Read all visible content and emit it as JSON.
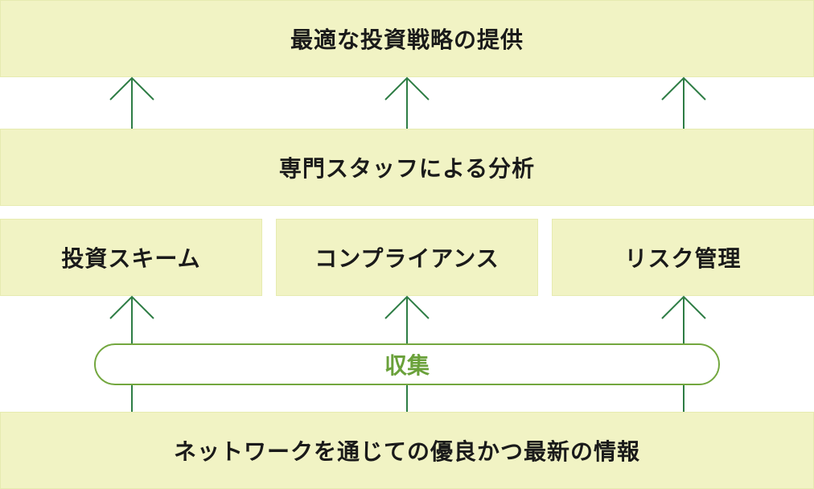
{
  "diagram": {
    "top_box": "最適な投資戦略の提供",
    "middle_box": "専門スタッフによる分析",
    "row_boxes": [
      "投資スキーム",
      "コンプライアンス",
      "リスク管理"
    ],
    "collect_label": "収集",
    "bottom_box": "ネットワークを通じての優良かつ最新の情報"
  },
  "colors": {
    "box_fill": "#f1f3c4",
    "arrow": "#2e7d45",
    "pill_border": "#73a73f",
    "pill_text": "#6aa13a"
  }
}
